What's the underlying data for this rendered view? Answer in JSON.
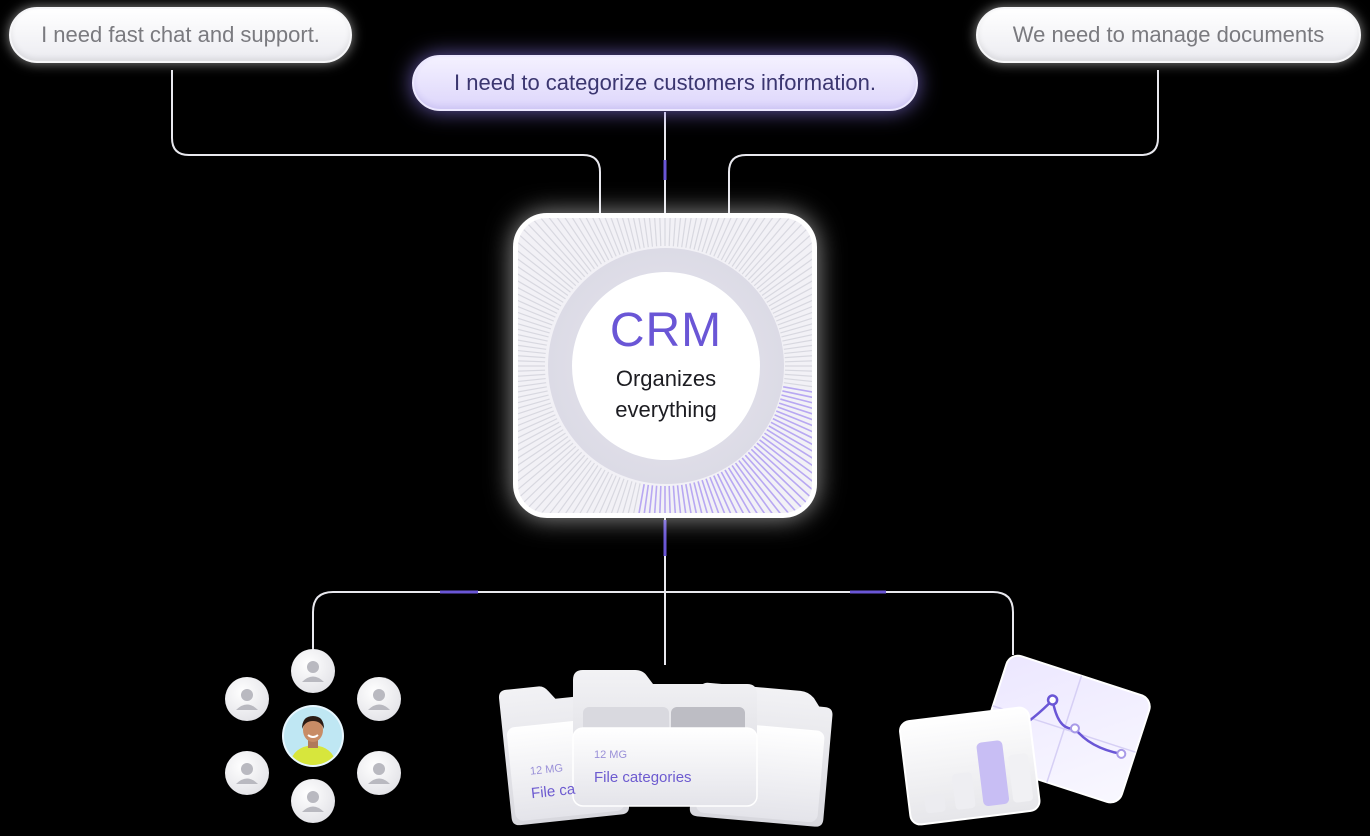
{
  "bubbles": {
    "left": "I need fast chat and support.",
    "center": "I need to categorize customers information.",
    "right": "We need to manage documents"
  },
  "crm": {
    "title": "CRM",
    "subtitle_line1": "Organizes",
    "subtitle_line2": "everything"
  },
  "files": {
    "front": {
      "size": "12 MG",
      "label": "File categories"
    },
    "back": {
      "size": "12 MG",
      "label": "File ca"
    }
  },
  "colors": {
    "accent": "#6a56d6",
    "background": "#000000",
    "line": "#e8e8ee"
  }
}
